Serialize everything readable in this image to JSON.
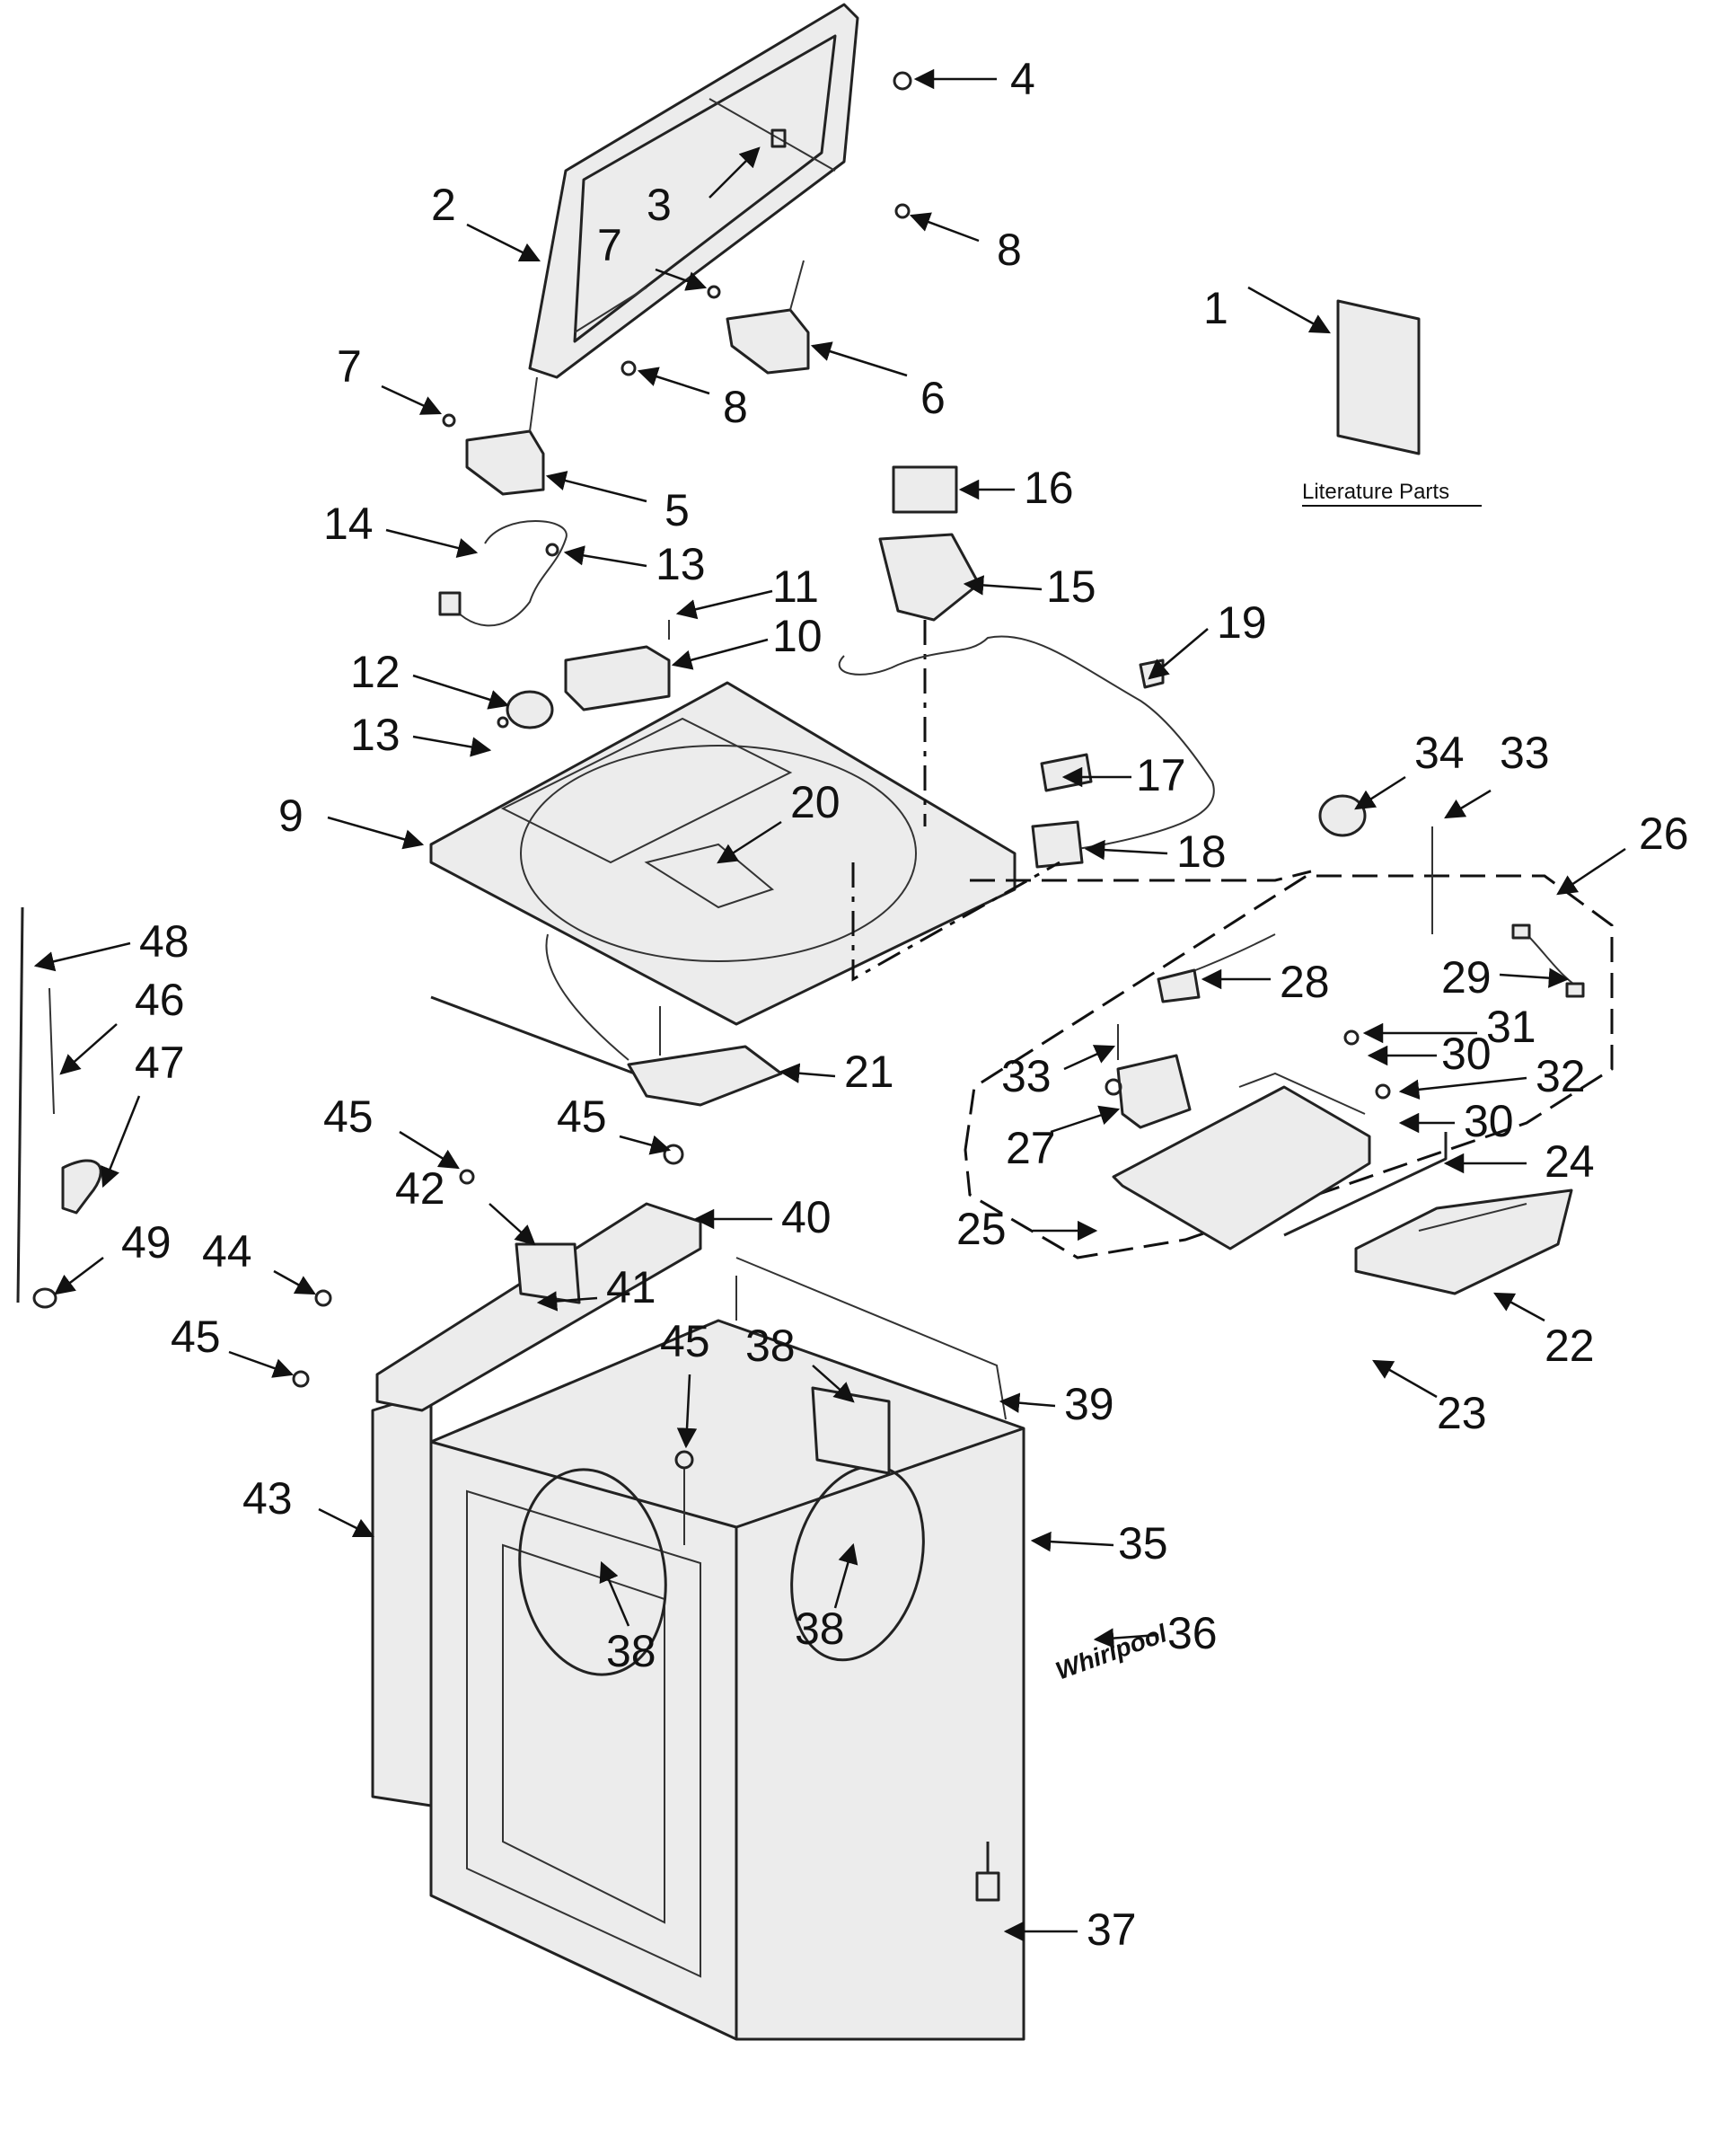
{
  "literature_label": "Literature Parts",
  "brand": "Whirlpool",
  "callouts": [
    "1",
    "2",
    "3",
    "4",
    "5",
    "6",
    "7",
    "8",
    "9",
    "10",
    "11",
    "12",
    "13",
    "14",
    "15",
    "16",
    "17",
    "18",
    "19",
    "20",
    "21",
    "22",
    "23",
    "24",
    "25",
    "26",
    "27",
    "28",
    "29",
    "30",
    "31",
    "32",
    "33",
    "34",
    "35",
    "36",
    "37",
    "38",
    "39",
    "40",
    "41",
    "42",
    "43",
    "44",
    "45",
    "46",
    "47",
    "48",
    "49"
  ]
}
